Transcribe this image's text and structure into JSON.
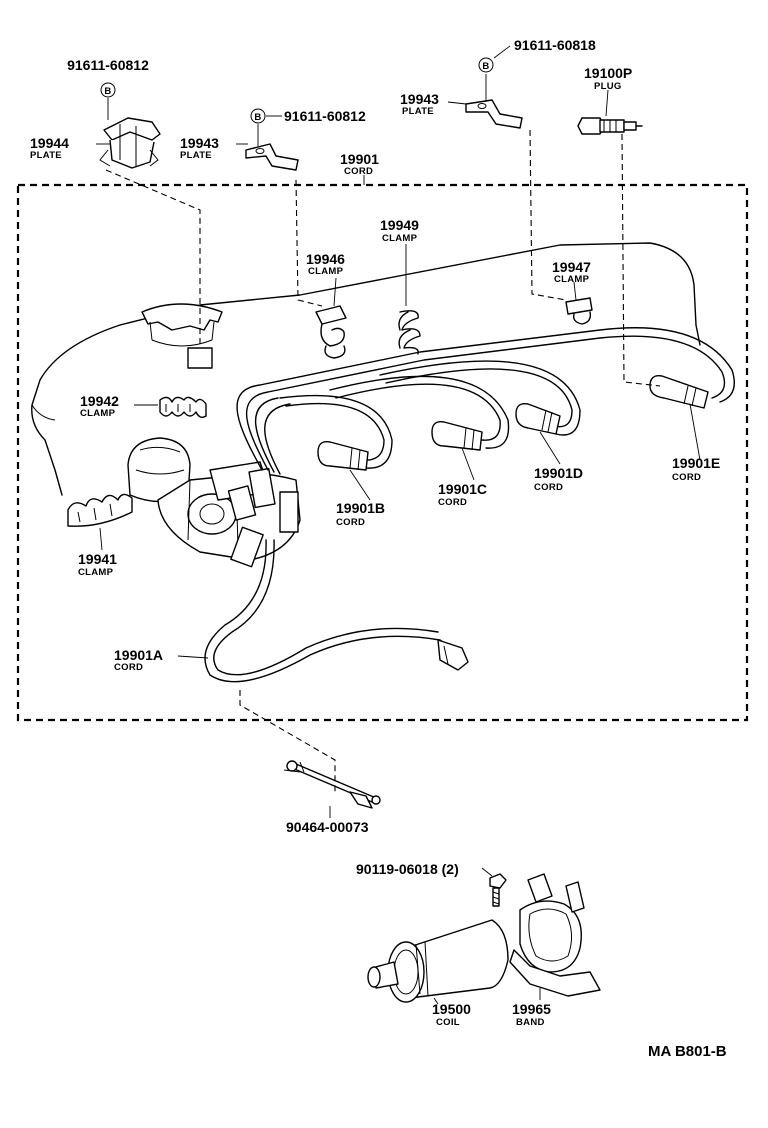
{
  "diagram": {
    "reference_code": "MA  B801-B",
    "bolt_marker": "B",
    "parts": {
      "bolt_9161160812_left": {
        "number": "91611-60812"
      },
      "plate_19944": {
        "number": "19944",
        "name": "PLATE"
      },
      "plate_19943_left": {
        "number": "19943",
        "name": "PLATE"
      },
      "bolt_9161160812_mid": {
        "number": "91611-60812"
      },
      "cord_19901": {
        "number": "19901",
        "name": "CORD"
      },
      "bolt_9161160818": {
        "number": "91611-60818"
      },
      "plate_19943_right": {
        "number": "19943",
        "name": "PLATE"
      },
      "plug_19100p": {
        "number": "19100P",
        "name": "PLUG"
      },
      "clamp_19949": {
        "number": "19949",
        "name": "CLAMP"
      },
      "clamp_19946": {
        "number": "19946",
        "name": "CLAMP"
      },
      "clamp_19947": {
        "number": "19947",
        "name": "CLAMP"
      },
      "clamp_19942": {
        "number": "19942",
        "name": "CLAMP"
      },
      "clamp_19941": {
        "number": "19941",
        "name": "CLAMP"
      },
      "cord_19901a": {
        "number": "19901A",
        "name": "CORD"
      },
      "cord_19901b": {
        "number": "19901B",
        "name": "CORD"
      },
      "cord_19901c": {
        "number": "19901C",
        "name": "CORD"
      },
      "cord_19901d": {
        "number": "19901D",
        "name": "CORD"
      },
      "cord_19901e": {
        "number": "19901E",
        "name": "CORD"
      },
      "wire_9046400073": {
        "number": "90464-00073"
      },
      "bolt_9011906018": {
        "number": "90119-06018 (2)"
      },
      "coil_19500": {
        "number": "19500",
        "name": "COIL"
      },
      "band_19965": {
        "number": "19965",
        "name": "BAND"
      }
    }
  }
}
